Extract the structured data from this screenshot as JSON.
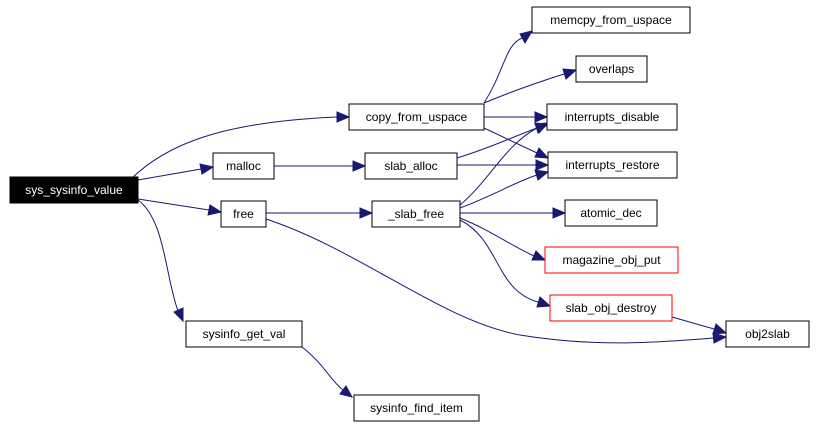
{
  "colors": {
    "edge": "#191970",
    "root_fill": "#000000",
    "root_text": "#ffffff",
    "warn_border": "#ff0000"
  },
  "nodes": {
    "sys_sysinfo_value": {
      "label": "sys_sysinfo_value"
    },
    "copy_from_uspace": {
      "label": "copy_from_uspace"
    },
    "malloc": {
      "label": "malloc"
    },
    "free": {
      "label": "free"
    },
    "sysinfo_get_val": {
      "label": "sysinfo_get_val"
    },
    "slab_alloc": {
      "label": "slab_alloc"
    },
    "_slab_free": {
      "label": "_slab_free"
    },
    "sysinfo_find_item": {
      "label": "sysinfo_find_item"
    },
    "memcpy_from_uspace": {
      "label": "memcpy_from_uspace"
    },
    "overlaps": {
      "label": "overlaps"
    },
    "interrupts_disable": {
      "label": "interrupts_disable"
    },
    "interrupts_restore": {
      "label": "interrupts_restore"
    },
    "atomic_dec": {
      "label": "atomic_dec"
    },
    "magazine_obj_put": {
      "label": "magazine_obj_put"
    },
    "slab_obj_destroy": {
      "label": "slab_obj_destroy"
    },
    "obj2slab": {
      "label": "obj2slab"
    }
  },
  "edges": [
    {
      "from": "sys_sysinfo_value",
      "to": "copy_from_uspace"
    },
    {
      "from": "sys_sysinfo_value",
      "to": "malloc"
    },
    {
      "from": "sys_sysinfo_value",
      "to": "free"
    },
    {
      "from": "sys_sysinfo_value",
      "to": "sysinfo_get_val"
    },
    {
      "from": "copy_from_uspace",
      "to": "memcpy_from_uspace"
    },
    {
      "from": "copy_from_uspace",
      "to": "overlaps"
    },
    {
      "from": "copy_from_uspace",
      "to": "interrupts_disable"
    },
    {
      "from": "copy_from_uspace",
      "to": "interrupts_restore"
    },
    {
      "from": "malloc",
      "to": "slab_alloc"
    },
    {
      "from": "slab_alloc",
      "to": "interrupts_disable"
    },
    {
      "from": "slab_alloc",
      "to": "interrupts_restore"
    },
    {
      "from": "free",
      "to": "_slab_free"
    },
    {
      "from": "free",
      "to": "obj2slab"
    },
    {
      "from": "_slab_free",
      "to": "interrupts_disable"
    },
    {
      "from": "_slab_free",
      "to": "interrupts_restore"
    },
    {
      "from": "_slab_free",
      "to": "atomic_dec"
    },
    {
      "from": "_slab_free",
      "to": "magazine_obj_put"
    },
    {
      "from": "_slab_free",
      "to": "slab_obj_destroy"
    },
    {
      "from": "slab_obj_destroy",
      "to": "obj2slab"
    },
    {
      "from": "sysinfo_get_val",
      "to": "sysinfo_find_item"
    }
  ]
}
